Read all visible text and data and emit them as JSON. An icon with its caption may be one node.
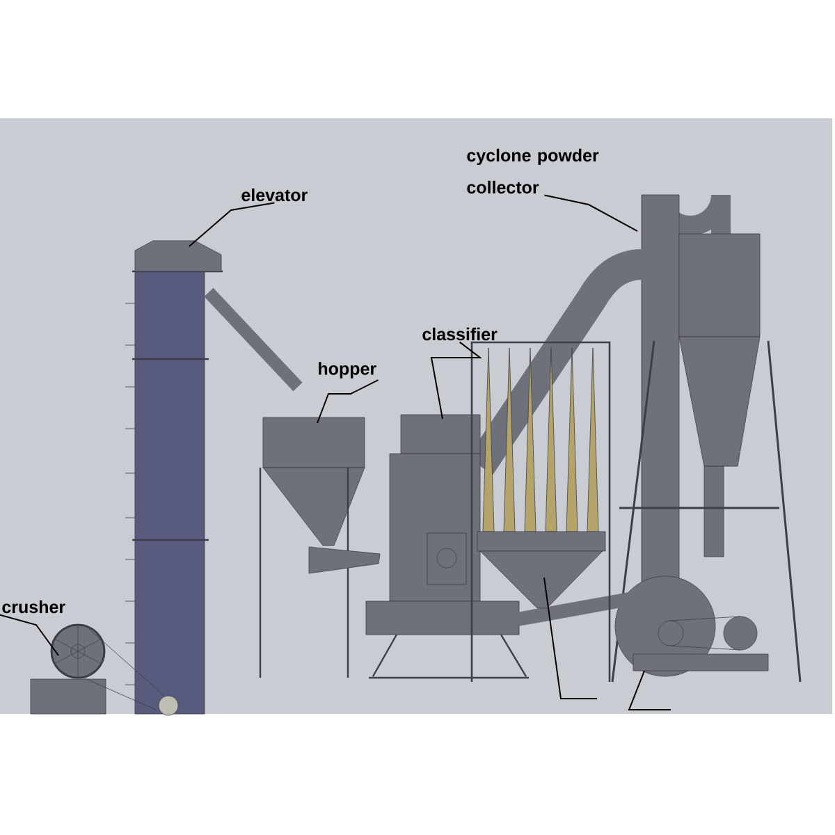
{
  "diagram": {
    "nodes": [
      {
        "text": [
          "cyclone powder collector"
        ]
      },
      {
        "text": [
          "elevator"
        ]
      },
      {
        "text": [
          "classifier"
        ]
      },
      {
        "text": [
          "hopper"
        ]
      },
      {
        "text": [
          "crusher"
        ]
      }
    ],
    "edges": [
      {
        "from": 0,
        "to": null,
        "arrow": "none"
      },
      {
        "from": 1,
        "to": null,
        "arrow": "none"
      },
      {
        "from": 2,
        "to": null,
        "arrow": "none"
      },
      {
        "from": 3,
        "to": null,
        "arrow": "none"
      },
      {
        "from": 4,
        "to": null,
        "arrow": "none"
      }
    ]
  }
}
